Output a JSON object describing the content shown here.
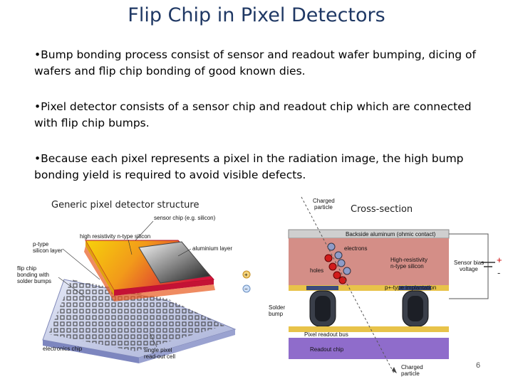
{
  "slide": {
    "title": "Flip Chip in Pixel Detectors",
    "bullets": [
      "•Bump bonding process consist of sensor and readout wafer bumping, dicing of wafers and flip chip bonding of good known dies.",
      "•Pixel detector consists of a sensor chip and readout chip which are connected with flip chip bumps.",
      "•Because each pixel represents a pixel in the radiation image, the high bump bonding yield is required to avoid visible defects."
    ],
    "page_number": "6"
  },
  "left_figure": {
    "caption": "Generic pixel detector structure",
    "labels": {
      "sensor_chip": "sensor chip (e.g. silicon)",
      "high_res": "high resistivity n-type silicon",
      "p_type_1": "p-type",
      "p_type_2": "silicon layer",
      "aluminium": "aluminium layer",
      "flip_1": "flip chip",
      "flip_2": "bonding with",
      "flip_3": "solder bumps",
      "electronics": "electronics chip",
      "single_1": "single pixel",
      "single_2": "read-out cell",
      "plus": "+",
      "minus": "−"
    }
  },
  "right_figure": {
    "caption": "Cross-section",
    "labels": {
      "charged_top_1": "Charged",
      "charged_top_2": "particle",
      "backside": "Backside aluminum (ohmic contact)",
      "electrons": "electrons",
      "holes": "holes",
      "hr_1": "High-resistivity",
      "hr_2": "n-type silicon",
      "bias_1": "Sensor bias",
      "bias_2": "voltage",
      "plus": "+",
      "minus": "-",
      "p_impl": "p+-type implantation",
      "solder_1": "Solder",
      "solder_2": "bump",
      "bus": "Pixel readout bus",
      "readout": "Readout chip",
      "charged_bot_1": "Charged",
      "charged_bot_2": "particle"
    }
  }
}
